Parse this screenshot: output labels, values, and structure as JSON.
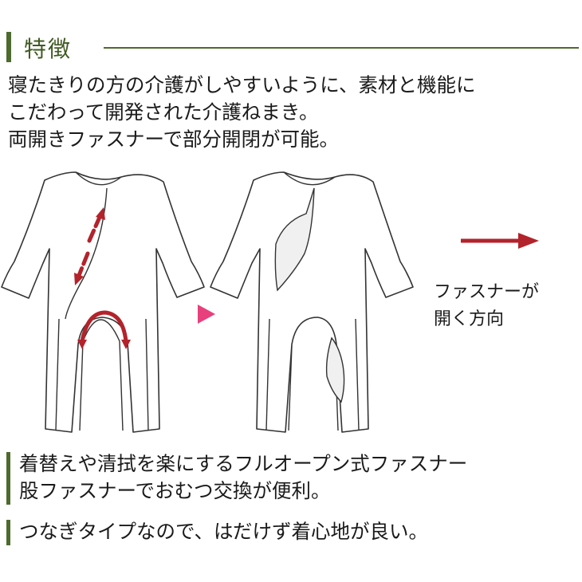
{
  "heading": {
    "title": "特徴"
  },
  "intro": {
    "lines": [
      "寝たきりの方の介護がしやすいように、素材と機能に",
      "こだわって開発された介護ねまき。",
      "両開きファスナーで部分開閉が可能。"
    ]
  },
  "legend": {
    "lines": [
      "ファスナーが",
      "開く方向"
    ]
  },
  "points": [
    {
      "lines": [
        "着替えや清拭を楽にするフルオープン式ファスナー",
        "股ファスナーでおむつ交換が便利。"
      ]
    },
    {
      "lines": [
        "つなぎタイプなので、はだけず着心地が良い。"
      ]
    }
  ],
  "colors": {
    "accent_green": "#4e6b2e",
    "arrow_red": "#b3232b",
    "pointer_pink": "#e8407c"
  },
  "icons": {
    "direction_arrow": "arrow-right-icon",
    "transition_marker": "triangle-right-icon"
  }
}
